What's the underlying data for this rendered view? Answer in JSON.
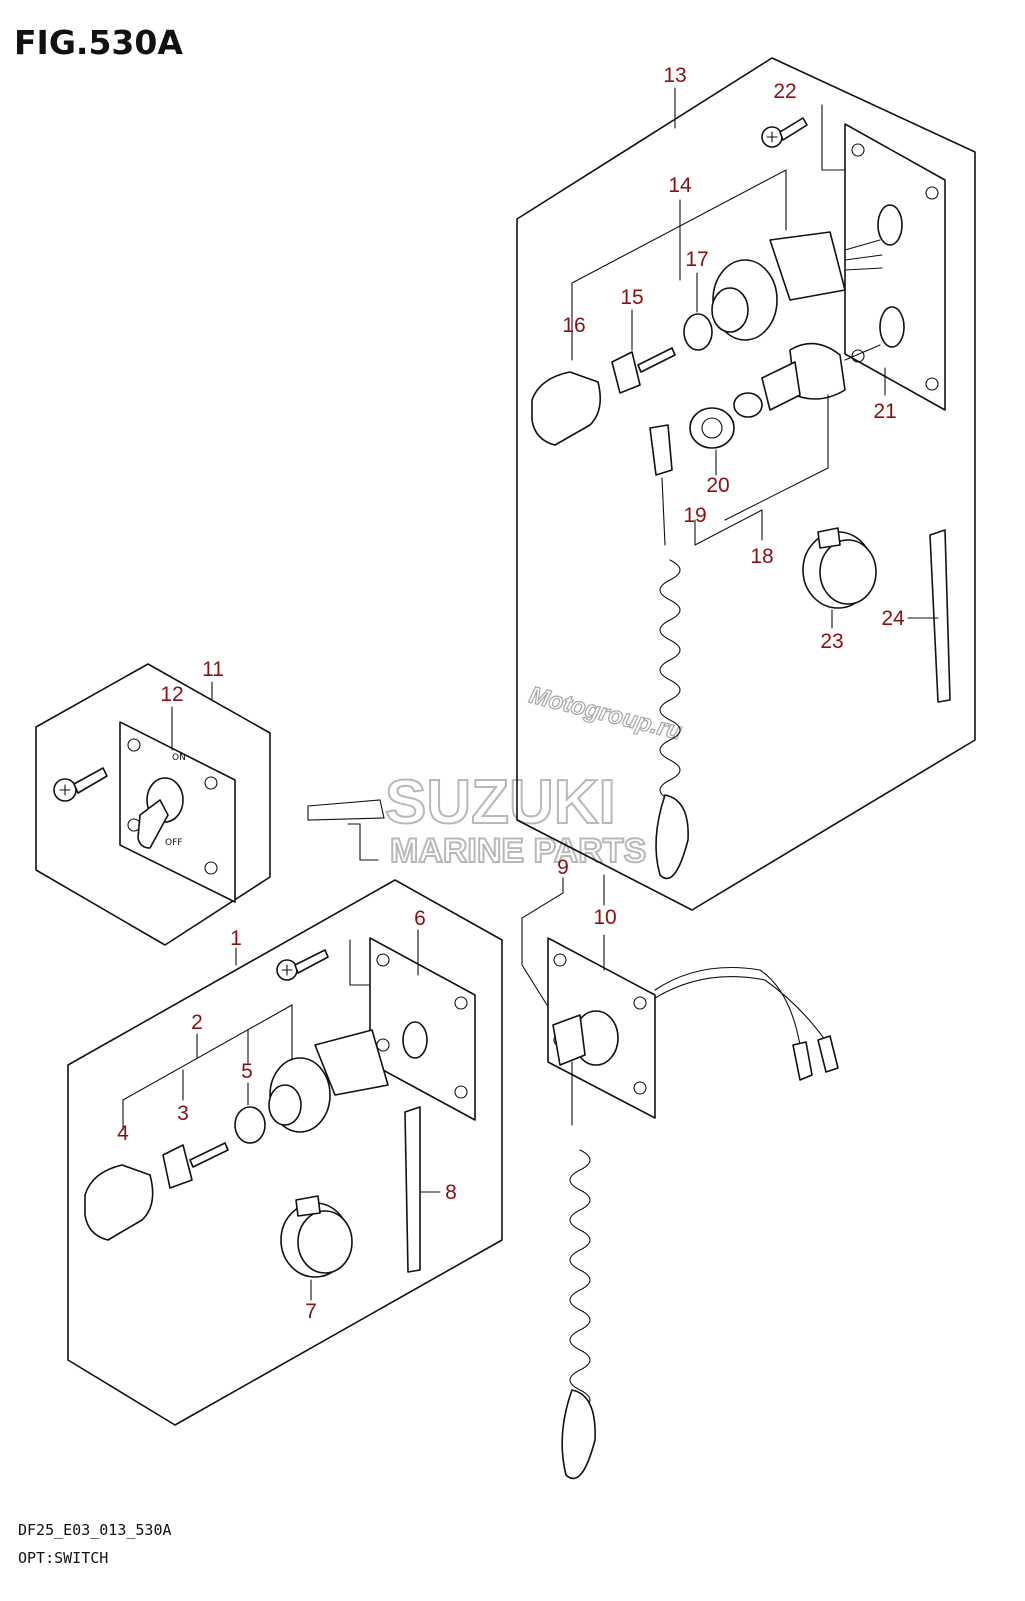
{
  "title": "FIG.530A",
  "footer": {
    "code": "DF25_E03_013_530A",
    "name": "OPT:SWITCH"
  },
  "watermark": {
    "brand": "SUZUKI",
    "subtitle": "MARINE PARTS",
    "site": "Motogroup.ru"
  },
  "switch_labels": {
    "on": "ON",
    "off": "OFF"
  },
  "callouts": {
    "c1": "1",
    "c2": "2",
    "c3": "3",
    "c4": "4",
    "c5": "5",
    "c6": "6",
    "c7": "7",
    "c8": "8",
    "c9": "9",
    "c10": "10",
    "c11": "11",
    "c12": "12",
    "c13": "13",
    "c14": "14",
    "c15": "15",
    "c16": "16",
    "c17": "17",
    "c18": "18",
    "c19": "19",
    "c20": "20",
    "c21": "21",
    "c22": "22",
    "c23": "23",
    "c24": "24"
  },
  "colors": {
    "callout": "#8b1010",
    "line": "#111111",
    "watermark": "#b8b8b8"
  }
}
